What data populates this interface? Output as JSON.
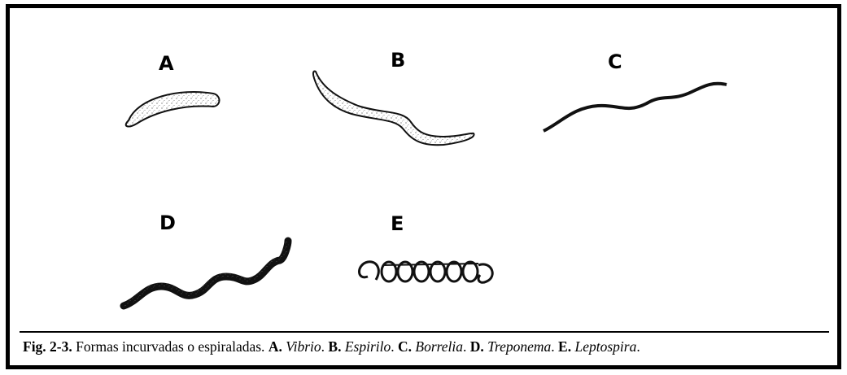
{
  "figure": {
    "labels": {
      "a": "A",
      "b": "B",
      "c": "C",
      "d": "D",
      "e": "E"
    },
    "caption": {
      "fig_label": "Fig. 2-3.",
      "text": "Formas incurvadas o espiraladas.",
      "items": [
        {
          "key": "A.",
          "name": "Vibrio"
        },
        {
          "key": "B.",
          "name": "Espirilo"
        },
        {
          "key": "C.",
          "name": "Borrelia"
        },
        {
          "key": "D.",
          "name": "Treponema"
        },
        {
          "key": "E.",
          "name": "Leptospira"
        }
      ]
    }
  }
}
